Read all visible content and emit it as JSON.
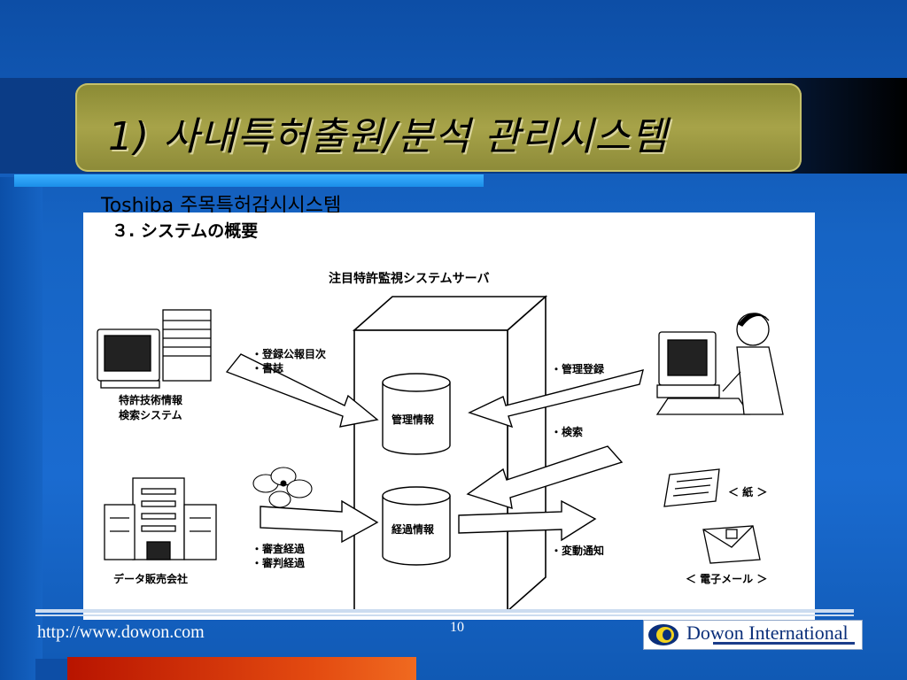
{
  "title": "1) 사내특허출원/분석 관리시스템",
  "subtitle": "Toshiba 주목특허감시시스템",
  "diagram": {
    "heading": "３. システムの概要",
    "server_label": "注目特許監視システムサーバ",
    "db_management": "管理情報",
    "db_progress": "経過情報",
    "left_top_label_1": "特許技術情報",
    "left_top_label_2": "検索システム",
    "left_top_arrow_1": "・登録公報目次",
    "left_top_arrow_2": "・書誌",
    "left_bottom_arrow_1": "・審査経過",
    "left_bottom_arrow_2": "・審判経過",
    "left_bottom_label": "データ販売会社",
    "right_arrow_register": "・管理登録",
    "right_arrow_search": "・検索",
    "right_arrow_notify": "・変動通知",
    "right_paper": "＜ 紙 ＞",
    "right_email": "＜ 電子メール ＞"
  },
  "footer": {
    "url": "http://www.dowon.com",
    "page_number": "10",
    "logo_text": "Dowon International"
  },
  "colors": {
    "background": "#1664c4",
    "title_box": "#a7a349",
    "accent_cyan": "#2aa4f8",
    "accent_red": "#d42a08"
  }
}
